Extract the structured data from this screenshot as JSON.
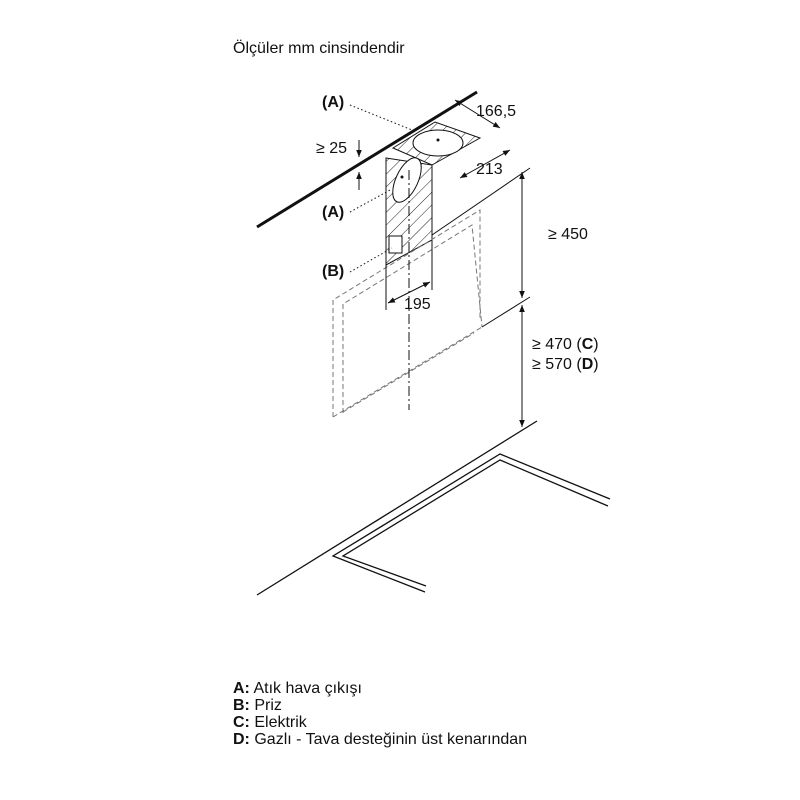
{
  "title": "Ölçüler mm cinsindendir",
  "labels": {
    "a_top": "(A)",
    "a_mid": "(A)",
    "b": "(B)",
    "dim_166": "166,5",
    "dim_213": "213",
    "dim_25": "≥ 25",
    "dim_195": "195",
    "dim_450": "≥ 450",
    "dim_470": "≥ 470",
    "dim_470_ref": "C",
    "dim_570": "≥ 570",
    "dim_570_ref": "D"
  },
  "legend": [
    {
      "key": "A:",
      "text": "Atık hava çıkışı"
    },
    {
      "key": "B:",
      "text": "Priz"
    },
    {
      "key": "C:",
      "text": "Elektrik"
    },
    {
      "key": "D:",
      "text": "Gazlı - Tava desteğinin üst kenarından"
    }
  ]
}
